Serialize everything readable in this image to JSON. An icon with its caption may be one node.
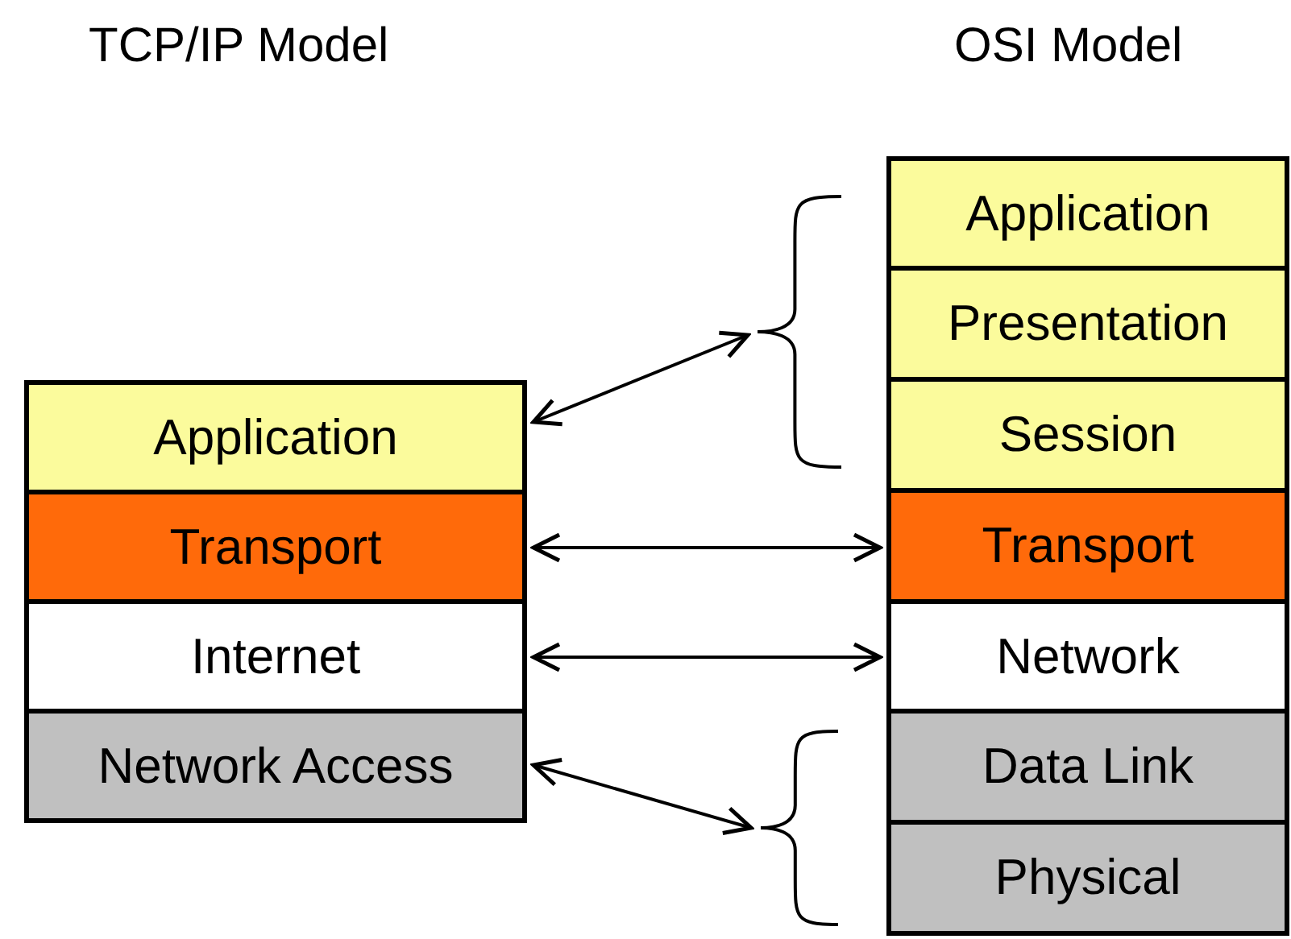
{
  "diagram": {
    "nodes": [
      {
        "text": [
          "Application"
        ]
      },
      {
        "text": [
          "Transport"
        ]
      },
      {
        "text": [
          "Internet"
        ]
      },
      {
        "text": [
          "Network Access"
        ]
      },
      {
        "text": [
          "Application"
        ]
      },
      {
        "text": [
          "Presentation"
        ]
      },
      {
        "text": [
          "Session"
        ]
      },
      {
        "text": [
          "Transport"
        ]
      },
      {
        "text": [
          "Network"
        ]
      },
      {
        "text": [
          "Data Link"
        ]
      },
      {
        "text": [
          "Physical"
        ]
      },
      {
        "text": [],
        "shape": "bracket"
      },
      {
        "text": [],
        "shape": "bracket"
      }
    ],
    "edges": [
      {
        "from": 0,
        "to": 11,
        "arrow": "both"
      },
      {
        "from": 1,
        "to": 7,
        "arrow": "both"
      },
      {
        "from": 2,
        "to": 8,
        "arrow": "both"
      },
      {
        "from": 3,
        "to": 12,
        "arrow": "both"
      }
    ],
    "labels": [
      "TCP/IP Model",
      "OSI Model"
    ]
  }
}
